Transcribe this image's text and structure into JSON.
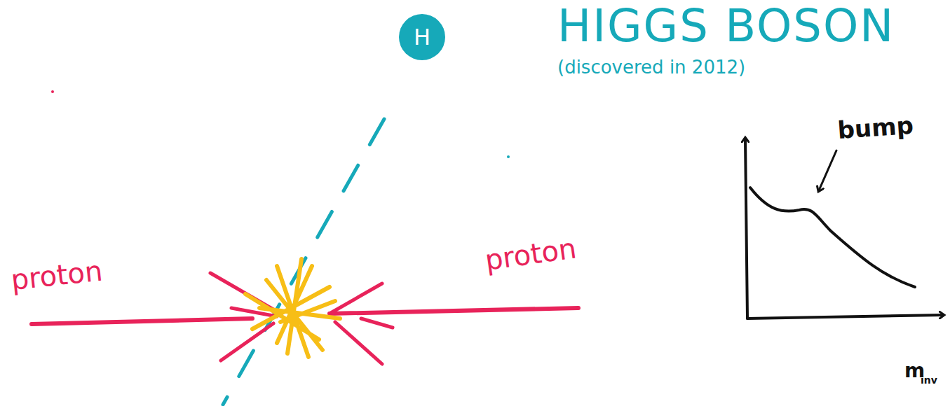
{
  "diagram": {
    "title": "HIGGS BOSON",
    "nodes": [
      {
        "text": [
          "H"
        ]
      }
    ],
    "labels": [
      "(discovered in 2012)",
      "proton",
      "proton",
      "bump",
      "m",
      "inv"
    ]
  }
}
